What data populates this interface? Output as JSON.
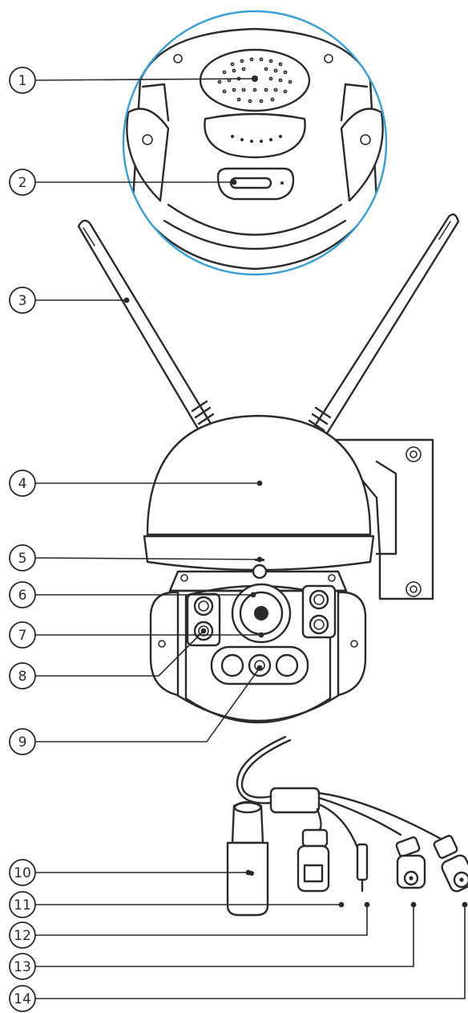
{
  "colors": {
    "line": "#2b2b2b",
    "detail_circle": "#3a9fd0",
    "background": "#ffffff"
  },
  "callouts": [
    {
      "id": "1",
      "label": "1"
    },
    {
      "id": "2",
      "label": "2"
    },
    {
      "id": "3",
      "label": "3"
    },
    {
      "id": "4",
      "label": "4"
    },
    {
      "id": "5",
      "label": "5"
    },
    {
      "id": "6",
      "label": "6"
    },
    {
      "id": "7",
      "label": "7"
    },
    {
      "id": "8",
      "label": "8"
    },
    {
      "id": "9",
      "label": "9"
    },
    {
      "id": "10",
      "label": "10"
    },
    {
      "id": "11",
      "label": "11"
    },
    {
      "id": "12",
      "label": "12"
    },
    {
      "id": "13",
      "label": "13"
    },
    {
      "id": "14",
      "label": "14"
    }
  ]
}
